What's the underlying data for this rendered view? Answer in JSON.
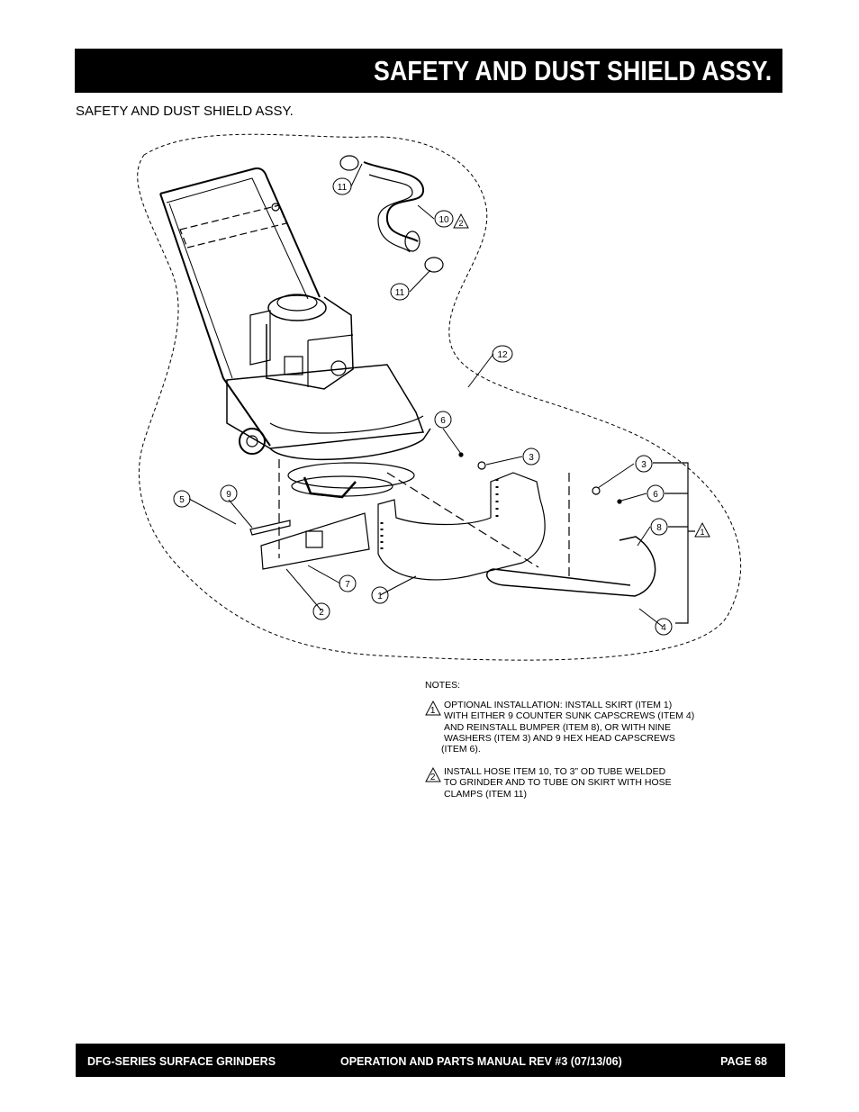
{
  "header": {
    "title": "SAFETY AND DUST SHIELD ASSY."
  },
  "subtitle": "SAFETY AND DUST SHIELD ASSY.",
  "callouts": [
    "1",
    "2",
    "3",
    "4",
    "5",
    "6",
    "7",
    "8",
    "9",
    "10",
    "11",
    "12"
  ],
  "notes": {
    "heading": "NOTES:",
    "items": [
      {
        "marker": "1",
        "lines": [
          "OPTIONAL INSTALLATION: INSTALL SKIRT (ITEM 1)",
          "WITH EITHER 9 COUNTER SUNK CAPSCREWS (ITEM 4)",
          "AND REINSTALL BUMPER (ITEM 8), OR WITH NINE",
          "WASHERS (ITEM 3) AND 9 HEX HEAD CAPSCREWS",
          "(ITEM 6)."
        ]
      },
      {
        "marker": "2",
        "lines": [
          "INSTALL HOSE ITEM 10, TO 3” OD TUBE WELDED",
          "TO GRINDER AND TO TUBE ON SKIRT WITH HOSE",
          "CLAMPS (ITEM 11)"
        ]
      }
    ]
  },
  "footer": {
    "left": "DFG-SERIES SURFACE GRINDERS",
    "center": "OPERATION AND PARTS MANUAL REV #3 (07/13/06)",
    "right": "PAGE 68"
  }
}
